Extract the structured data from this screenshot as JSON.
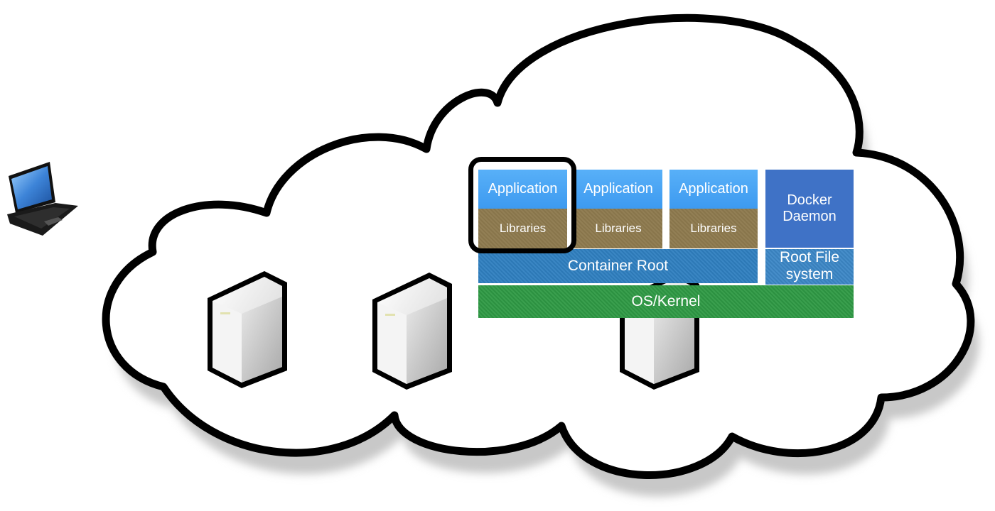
{
  "stack": {
    "containers": [
      {
        "app_label": "Application",
        "lib_label": "Libraries"
      },
      {
        "app_label": "Application",
        "lib_label": "Libraries"
      },
      {
        "app_label": "Application",
        "lib_label": "Libraries"
      }
    ],
    "container_root_label": "Container Root",
    "docker_daemon_label": "Docker\nDaemon",
    "root_fs_label": "Root File\nsystem",
    "os_kernel_label": "OS/Kernel"
  },
  "colors": {
    "application": "#4aa6f5",
    "libraries": "#8e7a4e",
    "container_root": "#2f7fc0",
    "docker_daemon": "#3f72c6",
    "root_fs": "#3c87c6",
    "os_kernel": "#2f9a45",
    "cloud_outline": "#000000",
    "cloud_shadow": "#cfcfcf"
  },
  "icons": {
    "client": "laptop-icon",
    "servers": [
      "server-icon",
      "server-icon",
      "server-icon"
    ],
    "cloud": "cloud-shape"
  }
}
